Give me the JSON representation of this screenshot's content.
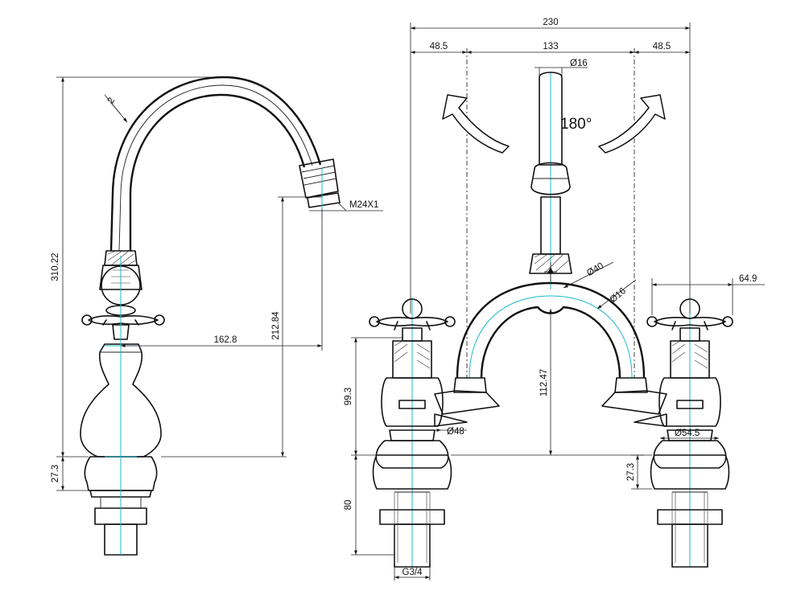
{
  "dimensions": {
    "overall_width": "230",
    "left_offset": "48.5",
    "center_spacing": "133",
    "right_offset": "48.5",
    "spout_pipe_dia": "Ø16",
    "rotation": "180°",
    "arch_dia": "Ø40",
    "arch_pipe_dia": "Ø16",
    "handle_span": "64.9",
    "height_base_to_handle": "99.3",
    "arch_height": "112.47",
    "base_dia_left": "Ø48",
    "base_dia_right": "Ø54.5",
    "base_height_left": "27.3",
    "base_height_right": "27.3",
    "shank_length": "80",
    "thread": "G3/4",
    "overall_height": "310.22",
    "spout_height": "212.84",
    "spout_reach": "162.8",
    "nozzle_thread": "M24X1",
    "wall_thickness": "2"
  }
}
